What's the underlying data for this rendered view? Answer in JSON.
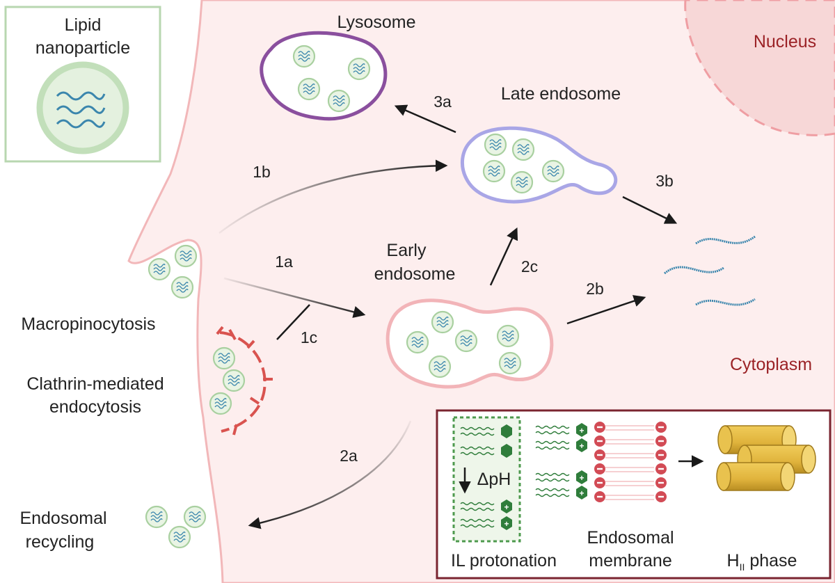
{
  "legend": {
    "title_line1": "Lipid",
    "title_line2": "nanoparticle"
  },
  "compartments": {
    "nucleus": "Nucleus",
    "cytoplasm": "Cytoplasm"
  },
  "organelles": {
    "lysosome": "Lysosome",
    "late_endosome": "Late endosome",
    "early_endosome_line1": "Early",
    "early_endosome_line2": "endosome"
  },
  "pathways": {
    "macropinocytosis": "Macropinocytosis",
    "clathrin_line1": "Clathrin-mediated",
    "clathrin_line2": "endocytosis",
    "recycling_line1": "Endosomal",
    "recycling_line2": "recycling"
  },
  "steps": {
    "s1a": "1a",
    "s1b": "1b",
    "s1c": "1c",
    "s2a": "2a",
    "s2b": "2b",
    "s2c": "2c",
    "s3a": "3a",
    "s3b": "3b"
  },
  "inset": {
    "delta_ph": "ΔpH",
    "label_protonation": "IL protonation",
    "label_membrane_line1": "Endosomal",
    "label_membrane_line2": "membrane",
    "label_phase_main": "H",
    "label_phase_sub": "II",
    "label_phase_rest": " phase"
  },
  "colors": {
    "cell_fill": "#fdeeee",
    "membrane": "#f2b7b9",
    "lnp_fill": "#e9f4e4",
    "lnp_stroke": "#a9d0a0",
    "rna": "#3b86ad",
    "lysosome": "#8a4f9e",
    "late_endosome": "#a9a6e6",
    "early_endosome": "#f2b4b8",
    "clathrin": "#d9534f",
    "inset_border": "#7a2430",
    "lipid_green": "#2f7d3b",
    "lipid_red": "#d24b55",
    "hii_phase": "#e2b83f"
  }
}
